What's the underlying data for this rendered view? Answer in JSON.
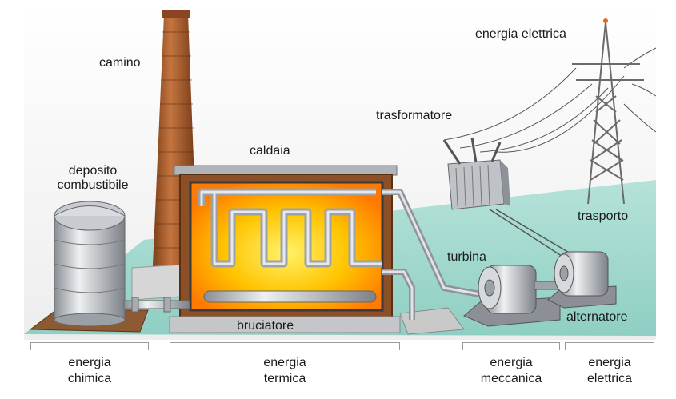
{
  "labels": {
    "chimney": "camino",
    "boiler": "caldaia",
    "fuel_tank_line1": "deposito",
    "fuel_tank_line2": "combustibile",
    "burner": "bruciatore",
    "transformer": "trasformatore",
    "electric_energy_top": "energia elettrica",
    "transport": "trasporto",
    "turbine": "turbina",
    "alternator": "alternatore"
  },
  "energy_groups": [
    {
      "line1": "energia",
      "line2": "chimica"
    },
    {
      "line1": "energia",
      "line2": "termica"
    },
    {
      "line1": "energia",
      "line2": "meccanica"
    },
    {
      "line1": "energia",
      "line2": "elettrica"
    }
  ],
  "colors": {
    "ground": "#9ed6cc",
    "sky": "#f2f2f2",
    "chimney": "#a0552a",
    "boiler_fire": "#ffb400",
    "metal": "#b8bcc2",
    "tower": "#707070"
  },
  "icons": [
    "fuel-tank-icon",
    "chimney-icon",
    "boiler-icon",
    "turbine-icon",
    "alternator-icon",
    "transformer-icon",
    "pylon-icon"
  ]
}
